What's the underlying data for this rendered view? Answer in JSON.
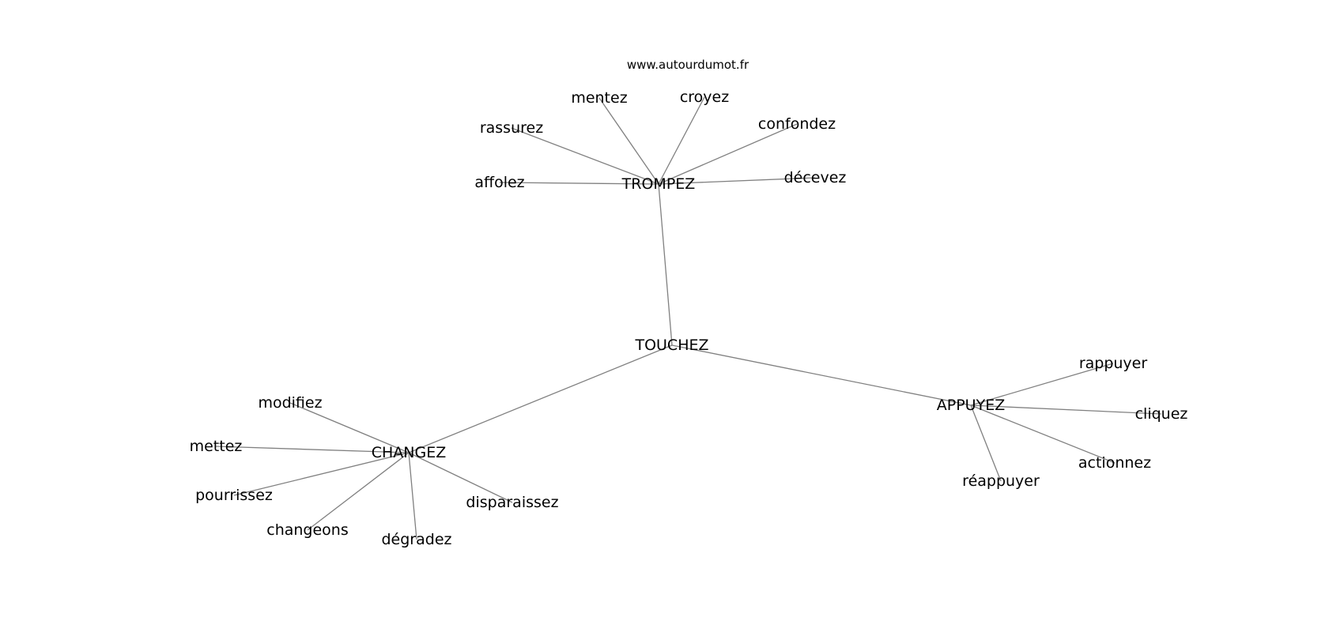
{
  "site": "www.autourdumot.fr",
  "colors": {
    "edge": "#808080",
    "text": "#000000",
    "background": "#ffffff"
  },
  "graph": {
    "nodes": [
      {
        "id": "touchez",
        "label": "TOUCHEZ"
      },
      {
        "id": "trompez",
        "label": "TROMPEZ"
      },
      {
        "id": "changez",
        "label": "CHANGEZ"
      },
      {
        "id": "appuyez",
        "label": "APPUYEZ"
      },
      {
        "id": "mentez",
        "label": "mentez"
      },
      {
        "id": "croyez",
        "label": "croyez"
      },
      {
        "id": "rassurez",
        "label": "rassurez"
      },
      {
        "id": "confondez",
        "label": "confondez"
      },
      {
        "id": "affolez",
        "label": "affolez"
      },
      {
        "id": "decevez",
        "label": "décevez"
      },
      {
        "id": "modifiez",
        "label": "modifiez"
      },
      {
        "id": "mettez",
        "label": "mettez"
      },
      {
        "id": "pourrissez",
        "label": "pourrissez"
      },
      {
        "id": "changeons",
        "label": "changeons"
      },
      {
        "id": "degradez",
        "label": "dégradez"
      },
      {
        "id": "disparaissez",
        "label": "disparaissez"
      },
      {
        "id": "rappuyer",
        "label": "rappuyer"
      },
      {
        "id": "cliquez",
        "label": "cliquez"
      },
      {
        "id": "actionnez",
        "label": "actionnez"
      },
      {
        "id": "reappuyer",
        "label": "réappuyer"
      }
    ],
    "edges": [
      [
        "touchez",
        "trompez"
      ],
      [
        "touchez",
        "changez"
      ],
      [
        "touchez",
        "appuyez"
      ],
      [
        "trompez",
        "mentez"
      ],
      [
        "trompez",
        "croyez"
      ],
      [
        "trompez",
        "rassurez"
      ],
      [
        "trompez",
        "confondez"
      ],
      [
        "trompez",
        "affolez"
      ],
      [
        "trompez",
        "decevez"
      ],
      [
        "changez",
        "modifiez"
      ],
      [
        "changez",
        "mettez"
      ],
      [
        "changez",
        "pourrissez"
      ],
      [
        "changez",
        "changeons"
      ],
      [
        "changez",
        "degradez"
      ],
      [
        "changez",
        "disparaissez"
      ],
      [
        "appuyez",
        "rappuyer"
      ],
      [
        "appuyez",
        "cliquez"
      ],
      [
        "appuyez",
        "actionnez"
      ],
      [
        "appuyez",
        "reappuyer"
      ]
    ]
  }
}
